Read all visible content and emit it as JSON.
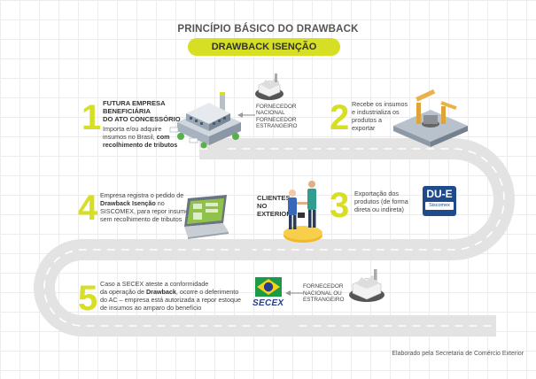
{
  "header": {
    "title": "PRINCÍPIO BÁSICO DO DRAWBACK",
    "subtitle": "DRAWBACK ISENÇÃO"
  },
  "step1": {
    "number": "1",
    "heading_line1": "FUTURA EMPRESA BENEFICIÁRIA",
    "heading_line2": "DO ATO CONCESSÓRIO",
    "text_line1": "Importa e/ou adquire",
    "text_line2": "insumos no Brasil,",
    "text_bold1": "com",
    "text_bold2": "recolhimento de tributos"
  },
  "supplier_top": {
    "line1": "FORNECEDOR",
    "line2": "NACIONAL",
    "line3": "FORNECEDOR",
    "line4": "ESTRANGEIRO"
  },
  "step2": {
    "number": "2",
    "line1": "Recebe os insumos",
    "line2": "e industrializa os",
    "line3": "produtos a",
    "line4": "exportar"
  },
  "step3": {
    "number": "3",
    "clients_line1": "CLIENTES",
    "clients_line2": "NO",
    "clients_line3": "EXTERIOR",
    "line1": "Exportação dos",
    "line2": "produtos (de forma",
    "line3": "direta ou indireta)",
    "badge_title": "DU-E",
    "badge_sub": "Siscomex"
  },
  "step4": {
    "number": "4",
    "line1": "Empresa registra o pedido de",
    "bold1": "Drawback Isenção",
    "line2_rest": " no",
    "line3": "SISCOMEX, para repor insumos",
    "line4": "sem recolhimento de tributos"
  },
  "step5": {
    "number": "5",
    "line1": "Caso a SECEX ateste a conformidade",
    "line2_a": "da operação de ",
    "bold1": "Drawback",
    "line2_b": ", ocorre o deferimento",
    "line3": "do AC – empresa está autorizada a repor estoque",
    "line4": "de insumos ao amparo do benefício",
    "logo_text": "SECEX"
  },
  "supplier_bottom": {
    "line1": "FORNECEDOR",
    "line2": "NACIONAL OU",
    "line3": "ESTRANGEIRO"
  },
  "footer": {
    "credit": "Elaborado pela Secretaria de Comércio Exterior"
  },
  "colors": {
    "accent": "#d6df23",
    "road": "#e4e4e4",
    "dash": "#ffffff",
    "text": "#3a3a3a"
  }
}
